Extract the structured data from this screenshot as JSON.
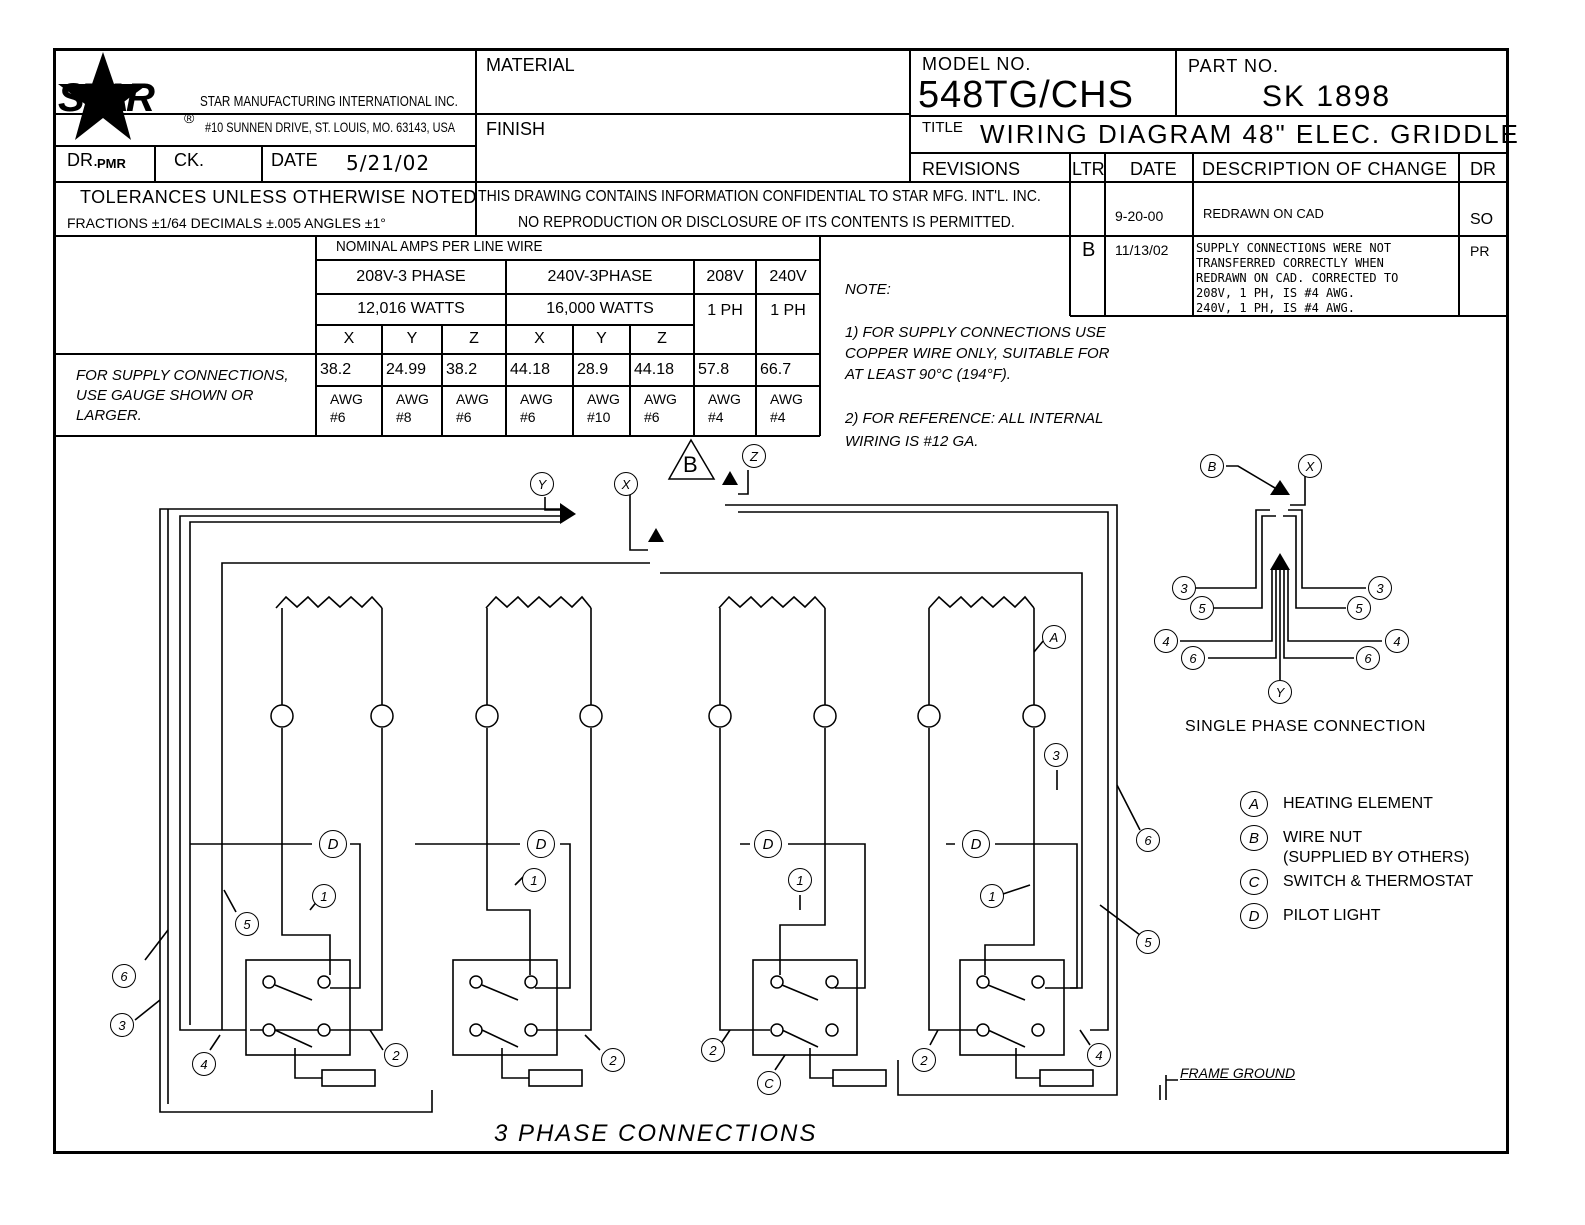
{
  "company": {
    "logo_text": "STAR",
    "registered_mark": "®",
    "name": "STAR MANUFACTURING INTERNATIONAL INC.",
    "address": "#10 SUNNEN DRIVE, ST. LOUIS, MO. 63143, USA"
  },
  "title_block": {
    "dr_label": "DR.",
    "dr_value": "PMR",
    "ck_label": "CK.",
    "ck_value": "",
    "date_label": "DATE",
    "date_value": "5/21/02",
    "material_label": "MATERIAL",
    "finish_label": "FINISH",
    "model_label": "MODEL NO.",
    "model_value": "548TG/CHS",
    "part_label": "PART NO.",
    "part_value": "SK 1898",
    "title_label": "TITLE",
    "title_value": "WIRING DIAGRAM 48\" ELEC. GRIDDLE",
    "tolerances_heading": "TOLERANCES UNLESS OTHERWISE NOTED",
    "tolerances_values": "FRACTIONS ±1/64   DECIMALS ±.005   ANGLES ±1°",
    "confidential_line1": "THIS DRAWING CONTAINS INFORMATION CONFIDENTIAL TO STAR MFG. INT'L. INC.",
    "confidential_line2": "NO REPRODUCTION OR DISCLOSURE OF ITS CONTENTS IS PERMITTED."
  },
  "revisions": {
    "headers": [
      "REVISIONS",
      "LTR",
      "DATE",
      "DESCRIPTION OF CHANGE",
      "DR"
    ],
    "rows": [
      {
        "ltr": "",
        "date": "9-20-00",
        "description": [
          "REDRAWN ON CAD"
        ],
        "dr": "SO"
      },
      {
        "ltr": "B",
        "date": "11/13/02",
        "description": [
          "SUPPLY CONNECTIONS WERE NOT",
          "TRANSFERRED CORRECTLY WHEN",
          "REDRAWN ON CAD.  CORRECTED TO",
          "208V, 1 PH, IS #4 AWG.",
          "240V, 1 PH, IS #4 AWG."
        ],
        "dr": "PR"
      }
    ]
  },
  "amps_table": {
    "heading": "NOMINAL AMPS PER LINE WIRE",
    "groups": [
      {
        "voltage": "208V-3 PHASE",
        "watts": "12,016 WATTS"
      },
      {
        "voltage": "240V-3PHASE",
        "watts": "16,000 WATTS"
      },
      {
        "voltage": "208V",
        "watts": "1 PH"
      },
      {
        "voltage": "240V",
        "watts": "1 PH"
      }
    ],
    "lines": [
      "X",
      "Y",
      "Z",
      "X",
      "Y",
      "Z"
    ],
    "row_label": [
      "FOR SUPPLY CONNECTIONS,",
      "USE GAUGE SHOWN OR",
      "LARGER."
    ],
    "amps": [
      "38.2",
      "24.99",
      "38.2",
      "44.18",
      "28.9",
      "44.18",
      "57.8",
      "66.7"
    ],
    "gauge_prefix": "AWG",
    "gauges": [
      "#6",
      "#8",
      "#6",
      "#6",
      "#10",
      "#6",
      "#4",
      "#4"
    ]
  },
  "notes": {
    "heading": "NOTE:",
    "note1": [
      "1)  FOR SUPPLY CONNECTIONS USE",
      "COPPER WIRE ONLY, SUITABLE FOR",
      "AT LEAST 90°C (194°F)."
    ],
    "note2": [
      "2)  FOR REFERENCE:  ALL INTERNAL",
      "WIRING IS #12 GA."
    ]
  },
  "diagram": {
    "three_phase_title": "3 PHASE CONNECTIONS",
    "single_phase_title": "SINGLE PHASE CONNECTION",
    "revision_flag": "B",
    "supply_labels": [
      "X",
      "Y",
      "Z"
    ],
    "element_label": "A",
    "switch_label": "C",
    "pilot_label": "D",
    "wire_numbers": [
      "1",
      "2",
      "3",
      "4",
      "5",
      "6"
    ],
    "single_phase_labels": {
      "nut": "B",
      "top": "X",
      "bottom": "Y",
      "left": [
        "3",
        "5",
        "4",
        "6"
      ],
      "right": [
        "3",
        "5",
        "4",
        "6"
      ]
    },
    "frame_ground": "FRAME GROUND"
  },
  "legend": [
    {
      "key": "A",
      "text": [
        "HEATING ELEMENT"
      ]
    },
    {
      "key": "B",
      "text": [
        "WIRE NUT",
        "(SUPPLIED BY OTHERS)"
      ]
    },
    {
      "key": "C",
      "text": [
        "SWITCH & THERMOSTAT"
      ]
    },
    {
      "key": "D",
      "text": [
        "PILOT LIGHT"
      ]
    }
  ]
}
